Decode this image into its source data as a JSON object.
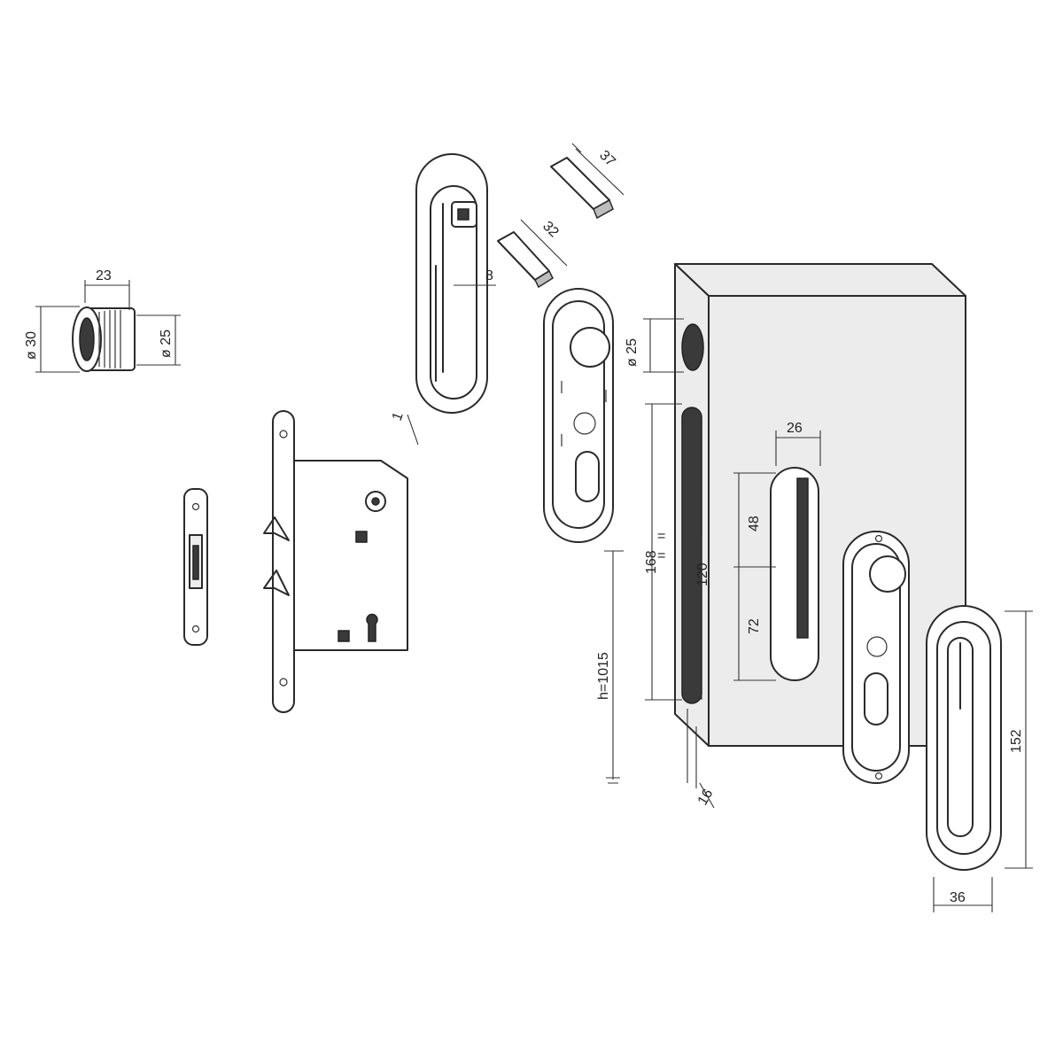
{
  "labels": {
    "cyl_len": "23",
    "cyl_d30": "ø 30",
    "cyl_d25": "ø 25",
    "spindle_37": "37",
    "spindle_32": "32",
    "handle_8": "8",
    "handle_1": "1",
    "hole_d25": "ø 25",
    "w26": "26",
    "h48": "48",
    "h72": "72",
    "h120": "120",
    "h168": "168",
    "eq": "=",
    "height": "h=1015",
    "t16": "16",
    "h152": "152",
    "w36": "36"
  }
}
